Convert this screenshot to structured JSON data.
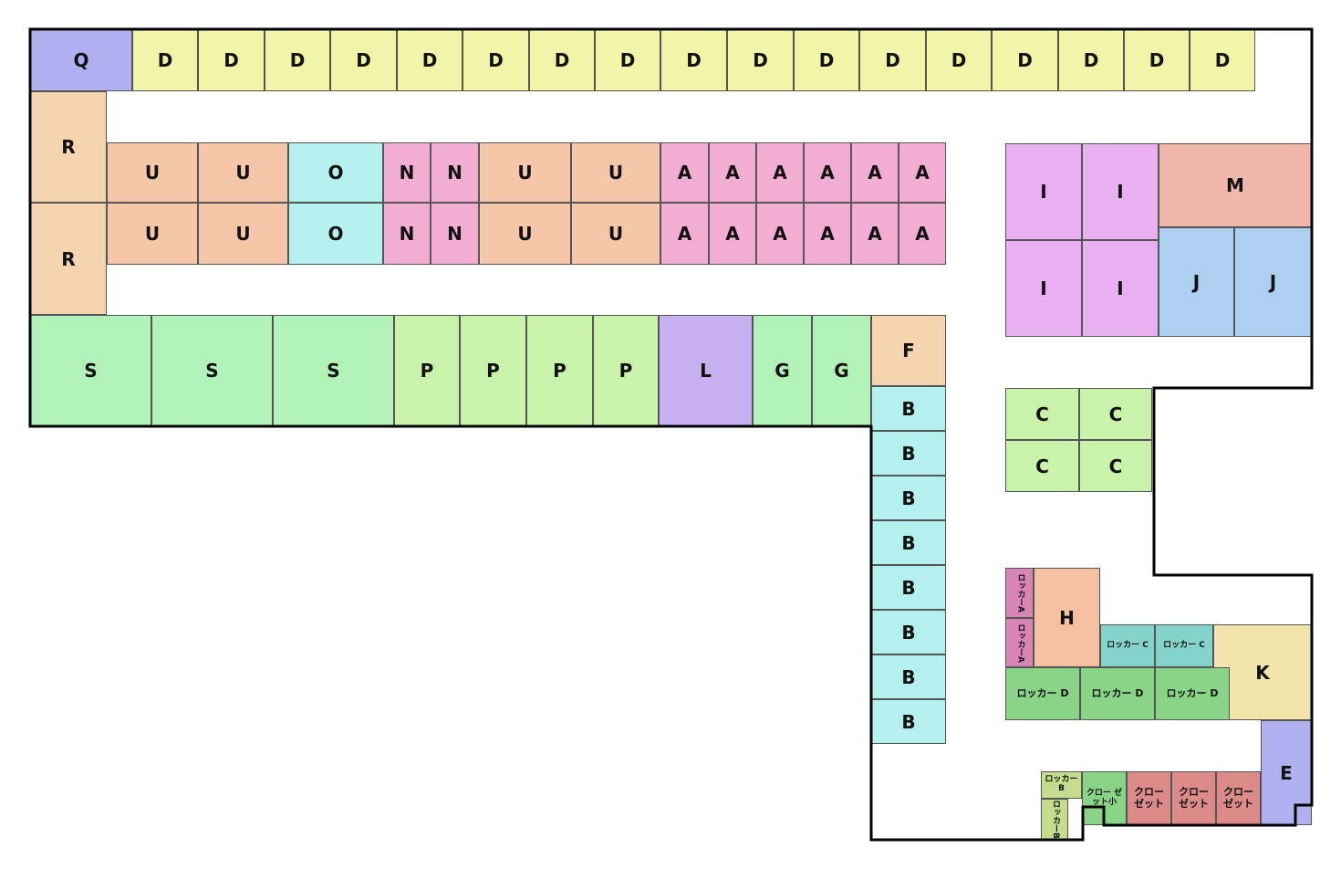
{
  "title": "Floor plan",
  "rooms": [
    {
      "label": "Q",
      "color": "#b0b0f0"
    },
    {
      "label": "D",
      "color": "#f2f4a8"
    },
    {
      "label": "D",
      "color": "#f2f4a8"
    },
    {
      "label": "D",
      "color": "#f2f4a8"
    },
    {
      "label": "D",
      "color": "#f2f4a8"
    },
    {
      "label": "D",
      "color": "#f2f4a8"
    },
    {
      "label": "D",
      "color": "#f2f4a8"
    },
    {
      "label": "D",
      "color": "#f2f4a8"
    },
    {
      "label": "D",
      "color": "#f2f4a8"
    },
    {
      "label": "D",
      "color": "#f2f4a8"
    },
    {
      "label": "D",
      "color": "#f2f4a8"
    },
    {
      "label": "D",
      "color": "#f2f4a8"
    },
    {
      "label": "D",
      "color": "#f2f4a8"
    },
    {
      "label": "D",
      "color": "#f2f4a8"
    },
    {
      "label": "D",
      "color": "#f2f4a8"
    },
    {
      "label": "D",
      "color": "#f2f4a8"
    },
    {
      "label": "D",
      "color": "#f2f4a8"
    },
    {
      "label": "D",
      "color": "#f2f4a8"
    },
    {
      "label": "R",
      "color": "#f5d5b0"
    },
    {
      "label": "R",
      "color": "#f5d5b0"
    },
    {
      "label": "U",
      "color": "#f5c6aa"
    },
    {
      "label": "U",
      "color": "#f5c6aa"
    },
    {
      "label": "O",
      "color": "#b4f0ee"
    },
    {
      "label": "N",
      "color": "#f2aed2"
    },
    {
      "label": "N",
      "color": "#f2aed2"
    },
    {
      "label": "U",
      "color": "#f5c6aa"
    },
    {
      "label": "U",
      "color": "#f5c6aa"
    },
    {
      "label": "A",
      "color": "#f2aed2"
    },
    {
      "label": "A",
      "color": "#f2aed2"
    },
    {
      "label": "A",
      "color": "#f2aed2"
    },
    {
      "label": "A",
      "color": "#f2aed2"
    },
    {
      "label": "A",
      "color": "#f2aed2"
    },
    {
      "label": "A",
      "color": "#f2aed2"
    },
    {
      "label": "U",
      "color": "#f5c6aa"
    },
    {
      "label": "U",
      "color": "#f5c6aa"
    },
    {
      "label": "O",
      "color": "#b4f0ee"
    },
    {
      "label": "N",
      "color": "#f2aed2"
    },
    {
      "label": "N",
      "color": "#f2aed2"
    },
    {
      "label": "U",
      "color": "#f5c6aa"
    },
    {
      "label": "U",
      "color": "#f5c6aa"
    },
    {
      "label": "A",
      "color": "#f2aed2"
    },
    {
      "label": "A",
      "color": "#f2aed2"
    },
    {
      "label": "A",
      "color": "#f2aed2"
    },
    {
      "label": "A",
      "color": "#f2aed2"
    },
    {
      "label": "A",
      "color": "#f2aed2"
    },
    {
      "label": "A",
      "color": "#f2aed2"
    },
    {
      "label": "S",
      "color": "#b2f2b8"
    },
    {
      "label": "S",
      "color": "#b2f2b8"
    },
    {
      "label": "S",
      "color": "#b2f2b8"
    },
    {
      "label": "P",
      "color": "#c9f2aa"
    },
    {
      "label": "P",
      "color": "#c9f2aa"
    },
    {
      "label": "P",
      "color": "#c9f2aa"
    },
    {
      "label": "P",
      "color": "#c9f2aa"
    },
    {
      "label": "L",
      "color": "#c6b0f0"
    },
    {
      "label": "G",
      "color": "#b2f2b8"
    },
    {
      "label": "G",
      "color": "#b2f2b8"
    },
    {
      "label": "F",
      "color": "#f5d5b0"
    },
    {
      "label": "B",
      "color": "#b4f0ee"
    },
    {
      "label": "B",
      "color": "#b4f0ee"
    },
    {
      "label": "B",
      "color": "#b4f0ee"
    },
    {
      "label": "B",
      "color": "#b4f0ee"
    },
    {
      "label": "B",
      "color": "#b4f0ee"
    },
    {
      "label": "B",
      "color": "#b4f0ee"
    },
    {
      "label": "B",
      "color": "#b4f0ee"
    },
    {
      "label": "B",
      "color": "#b4f0ee"
    },
    {
      "label": "I",
      "color": "#e8b0f0"
    },
    {
      "label": "I",
      "color": "#e8b0f0"
    },
    {
      "label": "I",
      "color": "#e8b0f0"
    },
    {
      "label": "I",
      "color": "#e8b0f0"
    },
    {
      "label": "M",
      "color": "#f0b8ac"
    },
    {
      "label": "J",
      "color": "#aed0f0"
    },
    {
      "label": "J",
      "color": "#aed0f0"
    },
    {
      "label": "C",
      "color": "#c9f2aa"
    },
    {
      "label": "C",
      "color": "#c9f2aa"
    },
    {
      "label": "C",
      "color": "#c9f2aa"
    },
    {
      "label": "C",
      "color": "#c9f2aa"
    },
    {
      "label": "ロッカーA",
      "color": "#d884b4"
    },
    {
      "label": "ロッカーA",
      "color": "#d884b4"
    },
    {
      "label": "H",
      "color": "#f5c0a0"
    },
    {
      "label": "ロッカー C",
      "color": "#84d4cc"
    },
    {
      "label": "ロッカー C",
      "color": "#84d4cc"
    },
    {
      "label": "K",
      "color": "#f2e4aa"
    },
    {
      "label": "ロッカー D",
      "color": "#8ad488"
    },
    {
      "label": "ロッカー D",
      "color": "#8ad488"
    },
    {
      "label": "ロッカー D",
      "color": "#8ad488"
    },
    {
      "label": "E",
      "color": "#b0b0f0"
    },
    {
      "label": "ロッカー B",
      "color": "#c4dc8c"
    },
    {
      "label": "ロッカーB",
      "color": "#c4dc8c"
    },
    {
      "label": "クロー ゼット小",
      "color": "#8ad488"
    },
    {
      "label": "クロー ゼット",
      "color": "#dc8a8a"
    },
    {
      "label": "クロー ゼット",
      "color": "#dc8a8a"
    },
    {
      "label": "クロー ゼット",
      "color": "#dc8a8a"
    }
  ]
}
